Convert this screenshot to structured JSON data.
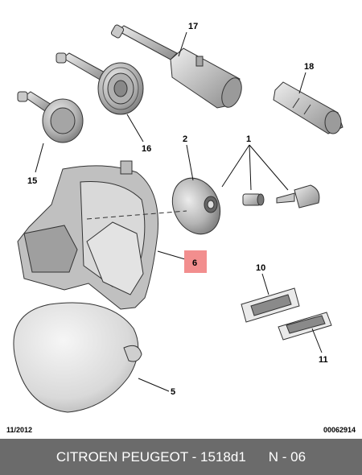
{
  "callouts": {
    "c17": "17",
    "c18": "18",
    "c16": "16",
    "c15": "15",
    "c2": "2",
    "c1": "1",
    "c6": "6",
    "c10": "10",
    "c11": "11",
    "c5": "5"
  },
  "footer": {
    "date": "11/2012",
    "code": "00062914",
    "title": "CITROEN PEUGEOT - 1518d1",
    "page": "N - 06"
  },
  "colors": {
    "highlight": "#f28e8e",
    "bar": "#6b6b6b",
    "part": "#b9b9b9"
  }
}
